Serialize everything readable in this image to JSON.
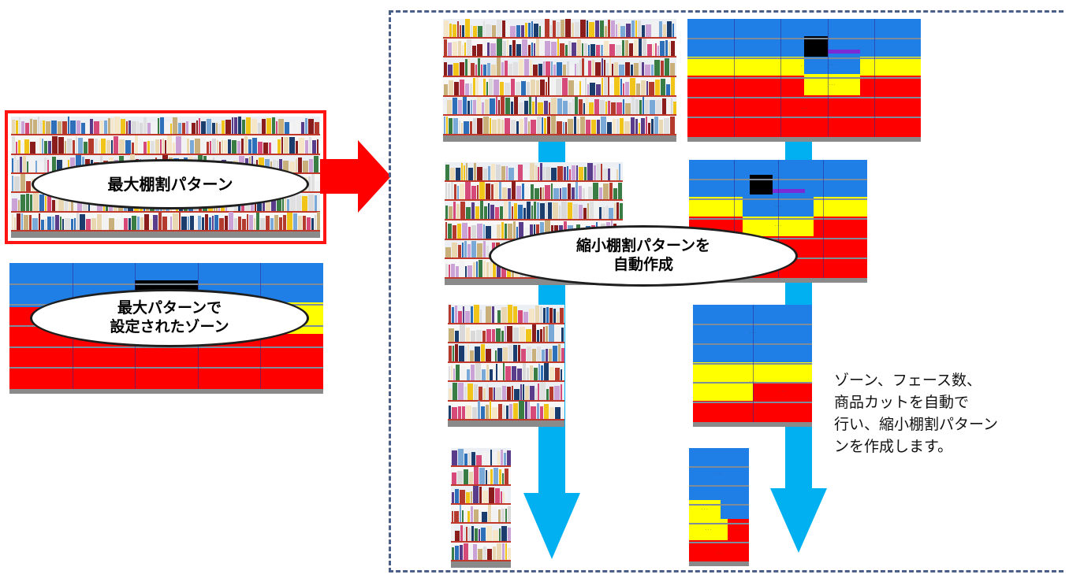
{
  "labels": {
    "max_pattern": "最大棚割パターン",
    "zone_line1": "最大パターンで",
    "zone_line2": "設定されたゾーン",
    "auto_line1": "縮小棚割パターンを",
    "auto_line2": "自動作成"
  },
  "description": [
    "ゾーン、フェース数、",
    "商品カットを自動で",
    "行い、縮小棚割パターン",
    "ンを作成します。"
  ],
  "colors": {
    "zone_blue": "#1f7fe6",
    "zone_yellow": "#ffff00",
    "zone_red": "#ff0000",
    "arrow_red": "#ff0000",
    "arrow_blue": "#00b0f0",
    "dashed_border": "#4a5f8a",
    "shelf_gray": "#8a8a8a"
  },
  "icons": [
    "right-arrow-icon",
    "down-arrow-icon"
  ]
}
